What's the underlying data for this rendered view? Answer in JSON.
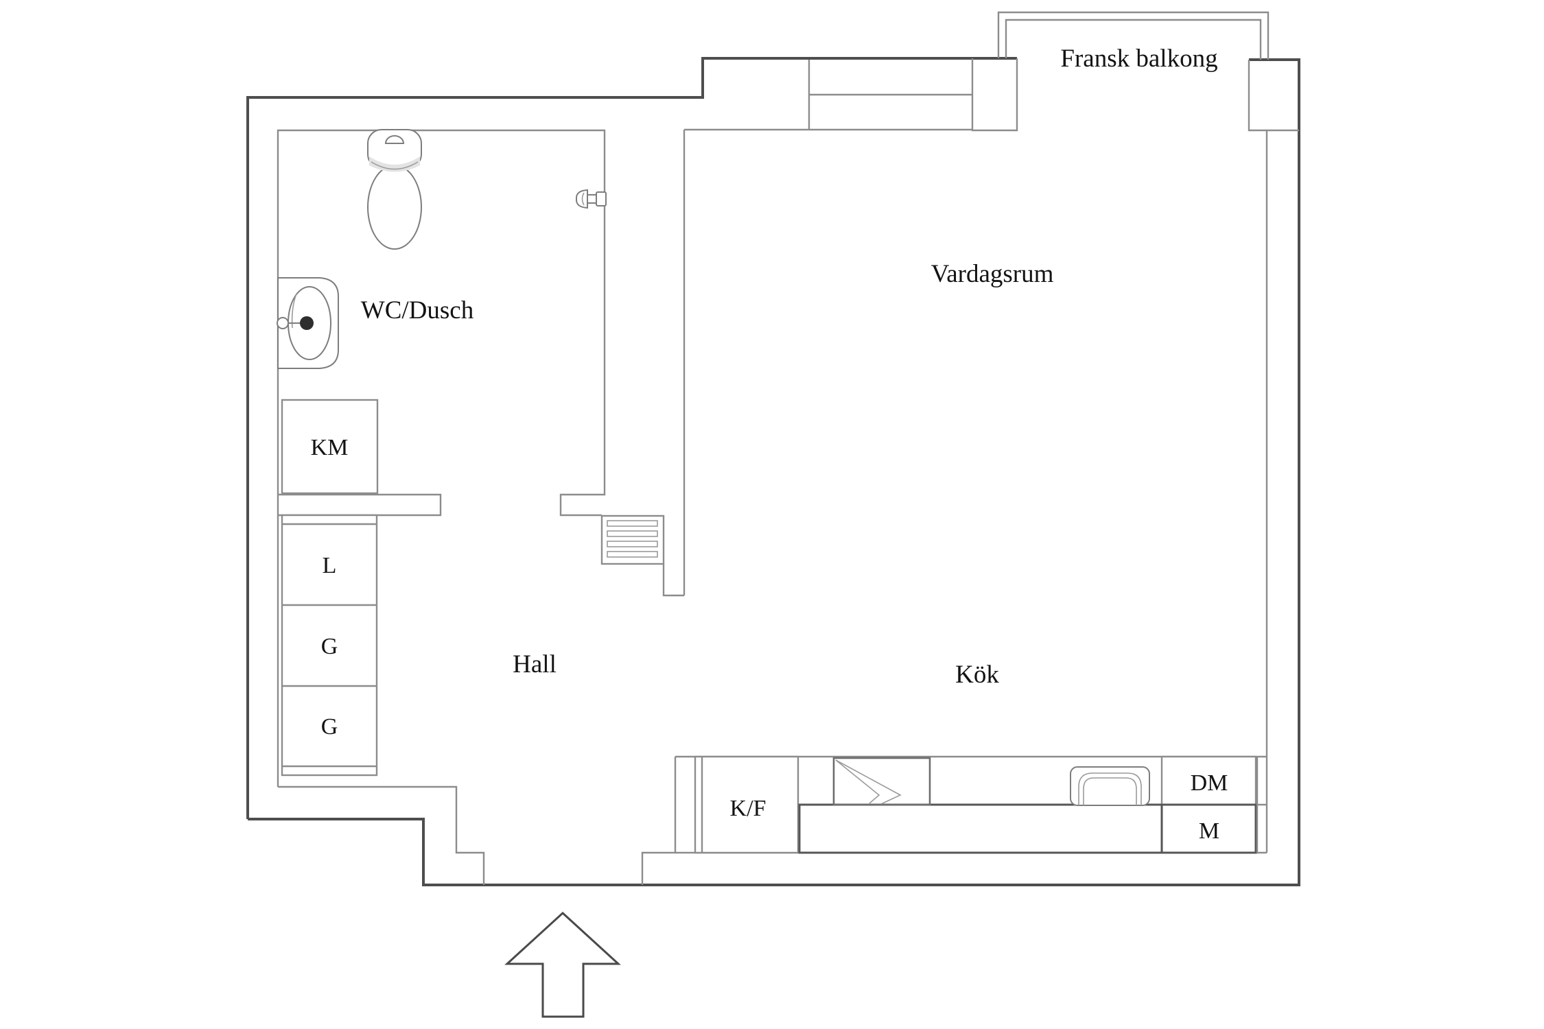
{
  "plan": {
    "balcony": {
      "label": "Fransk balkong"
    },
    "rooms": [
      {
        "name": "bathroom",
        "label": "WC/Dusch"
      },
      {
        "name": "living-room",
        "label": "Vardagsrum"
      },
      {
        "name": "hall",
        "label": "Hall"
      },
      {
        "name": "kitchen",
        "label": "Kök"
      }
    ],
    "units": [
      {
        "name": "washing-machine",
        "label": "KM"
      },
      {
        "name": "linen-cabinet",
        "label": "L"
      },
      {
        "name": "wardrobe-upper",
        "label": "G"
      },
      {
        "name": "wardrobe-lower",
        "label": "G"
      },
      {
        "name": "fridge-freezer",
        "label": "K/F"
      },
      {
        "name": "dishwasher",
        "label": "DM"
      },
      {
        "name": "microwave",
        "label": "M"
      }
    ],
    "icons": [
      "toilet-icon",
      "bathroom-sink-icon",
      "shower-head-icon",
      "radiator-icon",
      "stove-icon",
      "kitchen-sink-icon",
      "entrance-arrow-icon"
    ],
    "colors": {
      "wall_dark": "#4e4e4e",
      "wall_light": "#8c8c8c",
      "text": "#131313",
      "shading": "#e3e3e3",
      "background": "#ffffff"
    }
  }
}
